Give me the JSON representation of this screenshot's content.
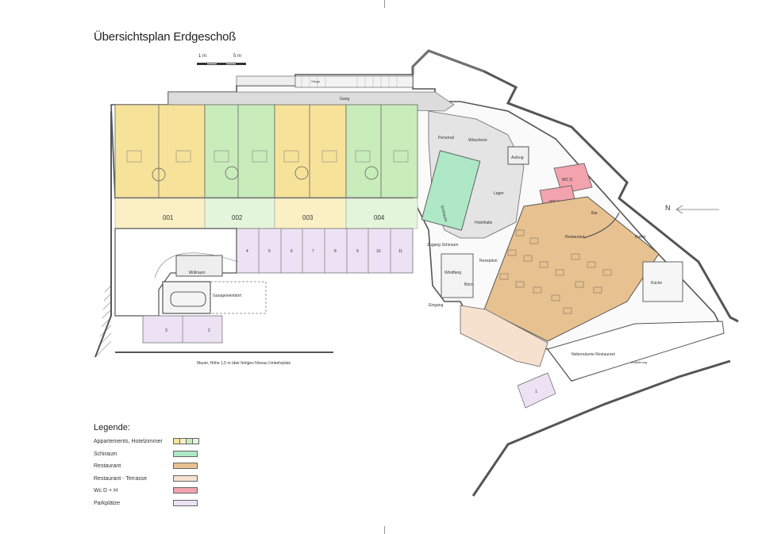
{
  "title": "Übersichtsplan Erdgeschoß",
  "scale_bar": {
    "left": "1 m",
    "right": "5 m"
  },
  "north_label": "N",
  "units": [
    "001",
    "002",
    "003",
    "004"
  ],
  "parking_numbers": [
    "4",
    "5",
    "6",
    "7",
    "8",
    "9",
    "10",
    "11"
  ],
  "parking_lower": [
    "3",
    "2"
  ],
  "parking_terrace": "1",
  "rooms": {
    "gang": "Gang",
    "personal": "Personal",
    "waescherei": "Wäscherei",
    "schiraum": "Schiraum",
    "aufzug": "Aufzug",
    "lager": "Lager",
    "hotelhalle": "Hotelhalle",
    "zugang_schiraum": "Zugang Schiraum",
    "rezeption": "Rezeption",
    "windfang": "Windfang",
    "buero": "Büro",
    "eingang": "Eingang",
    "bar": "Bar",
    "restaurant": "Restaurant",
    "buffet": "Buffet",
    "kueche": "Küche",
    "nebenraeume": "Nebenräume Restaurant",
    "anlieferung": "Anlieferung",
    "muellraum": "Müllraum",
    "garageneinfahrt": "Garageneinfahrt",
    "wc_d": "WC D",
    "wc_h": "WC H",
    "stiege": "Stiege"
  },
  "wall_note": "Mauer, Höhe 1,5 m über fertiges Niveau Umkehrplatz",
  "legend": {
    "title": "Legende:",
    "items": [
      {
        "label": "Appartements, Hotelzimmer",
        "colors": [
          "#f7e29a",
          "#fbf0c4",
          "#c9ecbb",
          "#e3f5db"
        ]
      },
      {
        "label": "Schiraum",
        "color": "#aee8c6"
      },
      {
        "label": "Restaurant",
        "color": "#e7c18f"
      },
      {
        "label": "Restaurant - Terrasse",
        "color": "#f6e1cf"
      },
      {
        "label": "Wc D + H",
        "color": "#f2a3ad"
      },
      {
        "label": "Parkplätze",
        "color": "#ece2f3"
      }
    ]
  },
  "colors": {
    "apartment_yellow": "#f7e29a",
    "apartment_yellow_light": "#fbf0c4",
    "apartment_green": "#c9ecbb",
    "apartment_green_light": "#e3f5db",
    "schiraum": "#aee8c6",
    "restaurant": "#e7c18f",
    "terrace": "#f6e1cf",
    "wc": "#f2a3ad",
    "parking": "#ece2f3",
    "wall": "#555555",
    "corridor": "#dcdcdc"
  }
}
